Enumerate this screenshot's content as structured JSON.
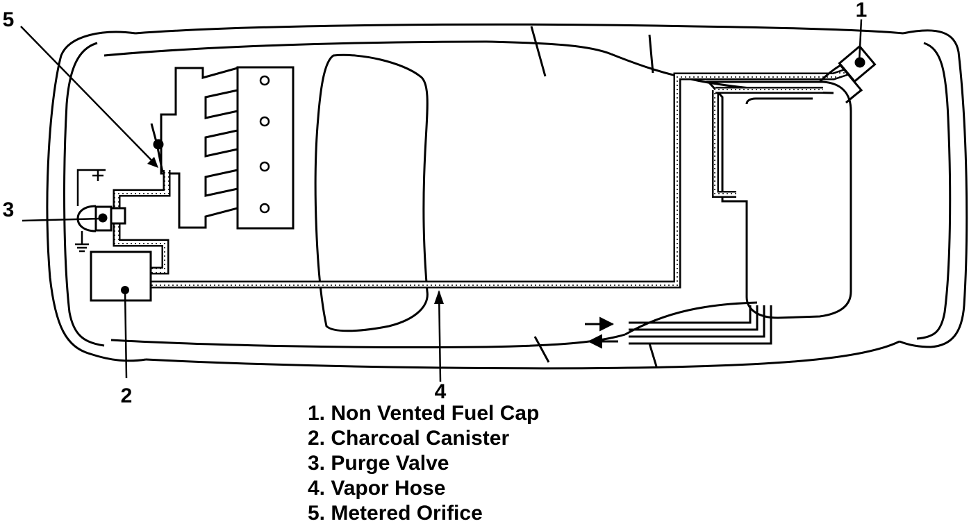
{
  "callouts": {
    "c1": "1",
    "c2": "2",
    "c3": "3",
    "c4": "4",
    "c5": "5"
  },
  "legend": [
    "1. Non Vented Fuel Cap",
    "2. Charcoal Canister",
    "3. Purge Valve",
    "4. Vapor Hose",
    "5. Metered Orifice"
  ],
  "colors": {
    "ink": "#000000",
    "paper": "#ffffff"
  }
}
